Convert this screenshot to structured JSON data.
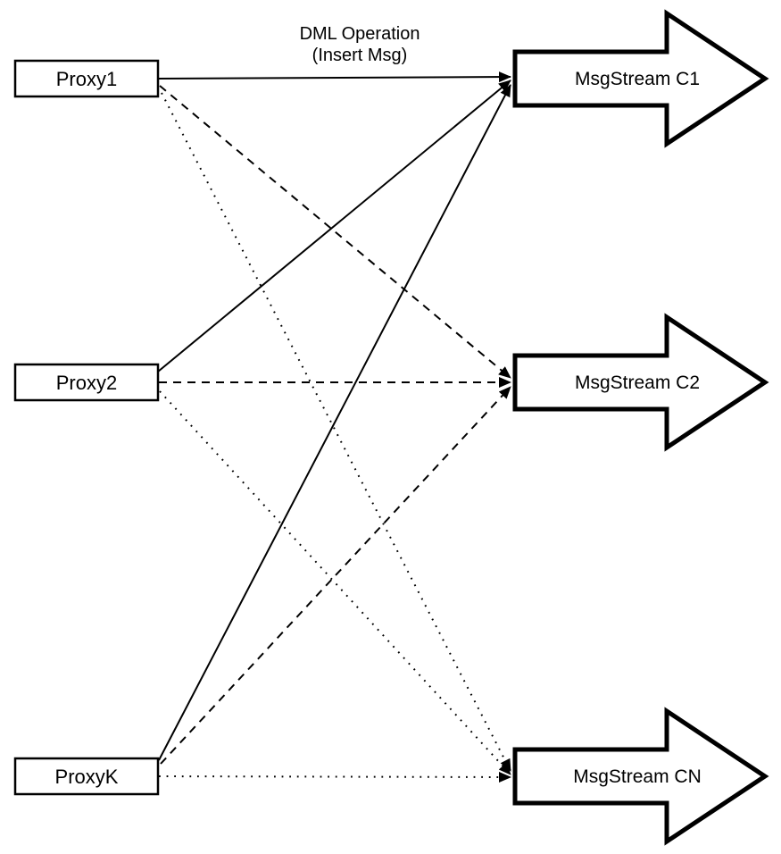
{
  "title": {
    "line1": "DML Operation",
    "line2": "(Insert Msg)"
  },
  "nodes": {
    "proxies": [
      {
        "id": "proxy1",
        "label": "Proxy1"
      },
      {
        "id": "proxy2",
        "label": "Proxy2"
      },
      {
        "id": "proxyk",
        "label": "ProxyK"
      }
    ],
    "streams": [
      {
        "id": "c1",
        "label": "MsgStream C1"
      },
      {
        "id": "c2",
        "label": "MsgStream C2"
      },
      {
        "id": "cn",
        "label": "MsgStream CN"
      }
    ]
  },
  "edges": [
    {
      "from": "Proxy1",
      "to": "MsgStream C1",
      "style": "solid"
    },
    {
      "from": "Proxy2",
      "to": "MsgStream C1",
      "style": "solid"
    },
    {
      "from": "ProxyK",
      "to": "MsgStream C1",
      "style": "solid"
    },
    {
      "from": "Proxy1",
      "to": "MsgStream C2",
      "style": "dashed"
    },
    {
      "from": "Proxy2",
      "to": "MsgStream C2",
      "style": "dashed"
    },
    {
      "from": "ProxyK",
      "to": "MsgStream C2",
      "style": "dashed"
    },
    {
      "from": "Proxy1",
      "to": "MsgStream CN",
      "style": "dotted"
    },
    {
      "from": "Proxy2",
      "to": "MsgStream CN",
      "style": "dotted"
    },
    {
      "from": "ProxyK",
      "to": "MsgStream CN",
      "style": "dotted"
    }
  ],
  "colors": {
    "stroke": "#000000",
    "fill": "#ffffff"
  }
}
